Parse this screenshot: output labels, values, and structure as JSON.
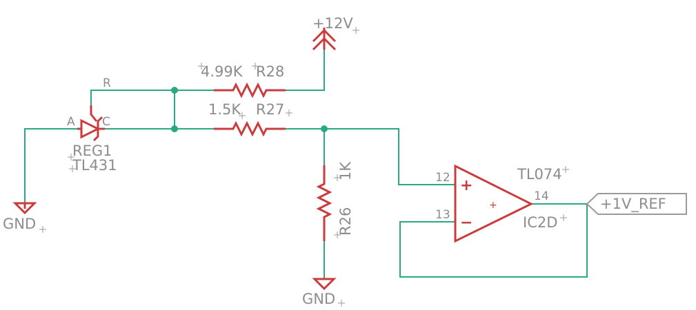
{
  "schematic": {
    "power": {
      "vcc_label": "+12V",
      "gnd_left_label": "GND",
      "gnd_right_label": "GND"
    },
    "regulator": {
      "name": "REG1",
      "value": "TL431",
      "pin_anode": "A",
      "pin_cathode": "C",
      "pin_ref": "R"
    },
    "resistors": {
      "r28": {
        "name": "R28",
        "value": "4.99K"
      },
      "r27": {
        "name": "R27",
        "value": "1.5K"
      },
      "r26": {
        "name": "R26",
        "value": "1K"
      }
    },
    "opamp": {
      "name": "IC2D",
      "value": "TL074",
      "pin_noninv": "12",
      "pin_inv": "13",
      "pin_out": "14",
      "sign_plus": "+",
      "sign_minus": "−",
      "sign_center": "+"
    },
    "net_port": {
      "label": "+1V_REF"
    }
  },
  "colors": {
    "wire": "#2aa884",
    "component": "#cc3b3b",
    "text": "#8c8c8c"
  }
}
